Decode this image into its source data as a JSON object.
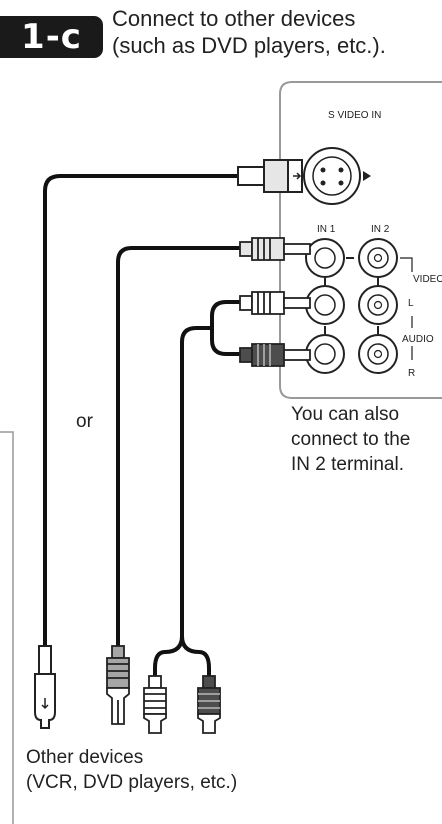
{
  "section": {
    "number": "1-c",
    "title_line1": "Connect to other devices",
    "title_line2": "(such as DVD players, etc.)."
  },
  "panel": {
    "svideo_label": "S VIDEO IN",
    "in1_label": "IN 1",
    "in2_label": "IN 2",
    "video_label": "VIDEO",
    "l_label": "L",
    "audio_label": "AUDIO",
    "r_label": "R"
  },
  "notes": {
    "or": "or",
    "in2_line1": "You can also",
    "in2_line2": "connect to the",
    "in2_line3": "IN 2 terminal.",
    "devices_line1": "Other devices",
    "devices_line2": "(VCR, DVD players, etc.)"
  },
  "colors": {
    "cable": "#111111",
    "plug_white": "#e6e6e6",
    "plug_gray": "#a6a6a6",
    "plug_dark": "#4d4d4d",
    "panel_border": "#999999",
    "badge": "#1a1a1a"
  }
}
